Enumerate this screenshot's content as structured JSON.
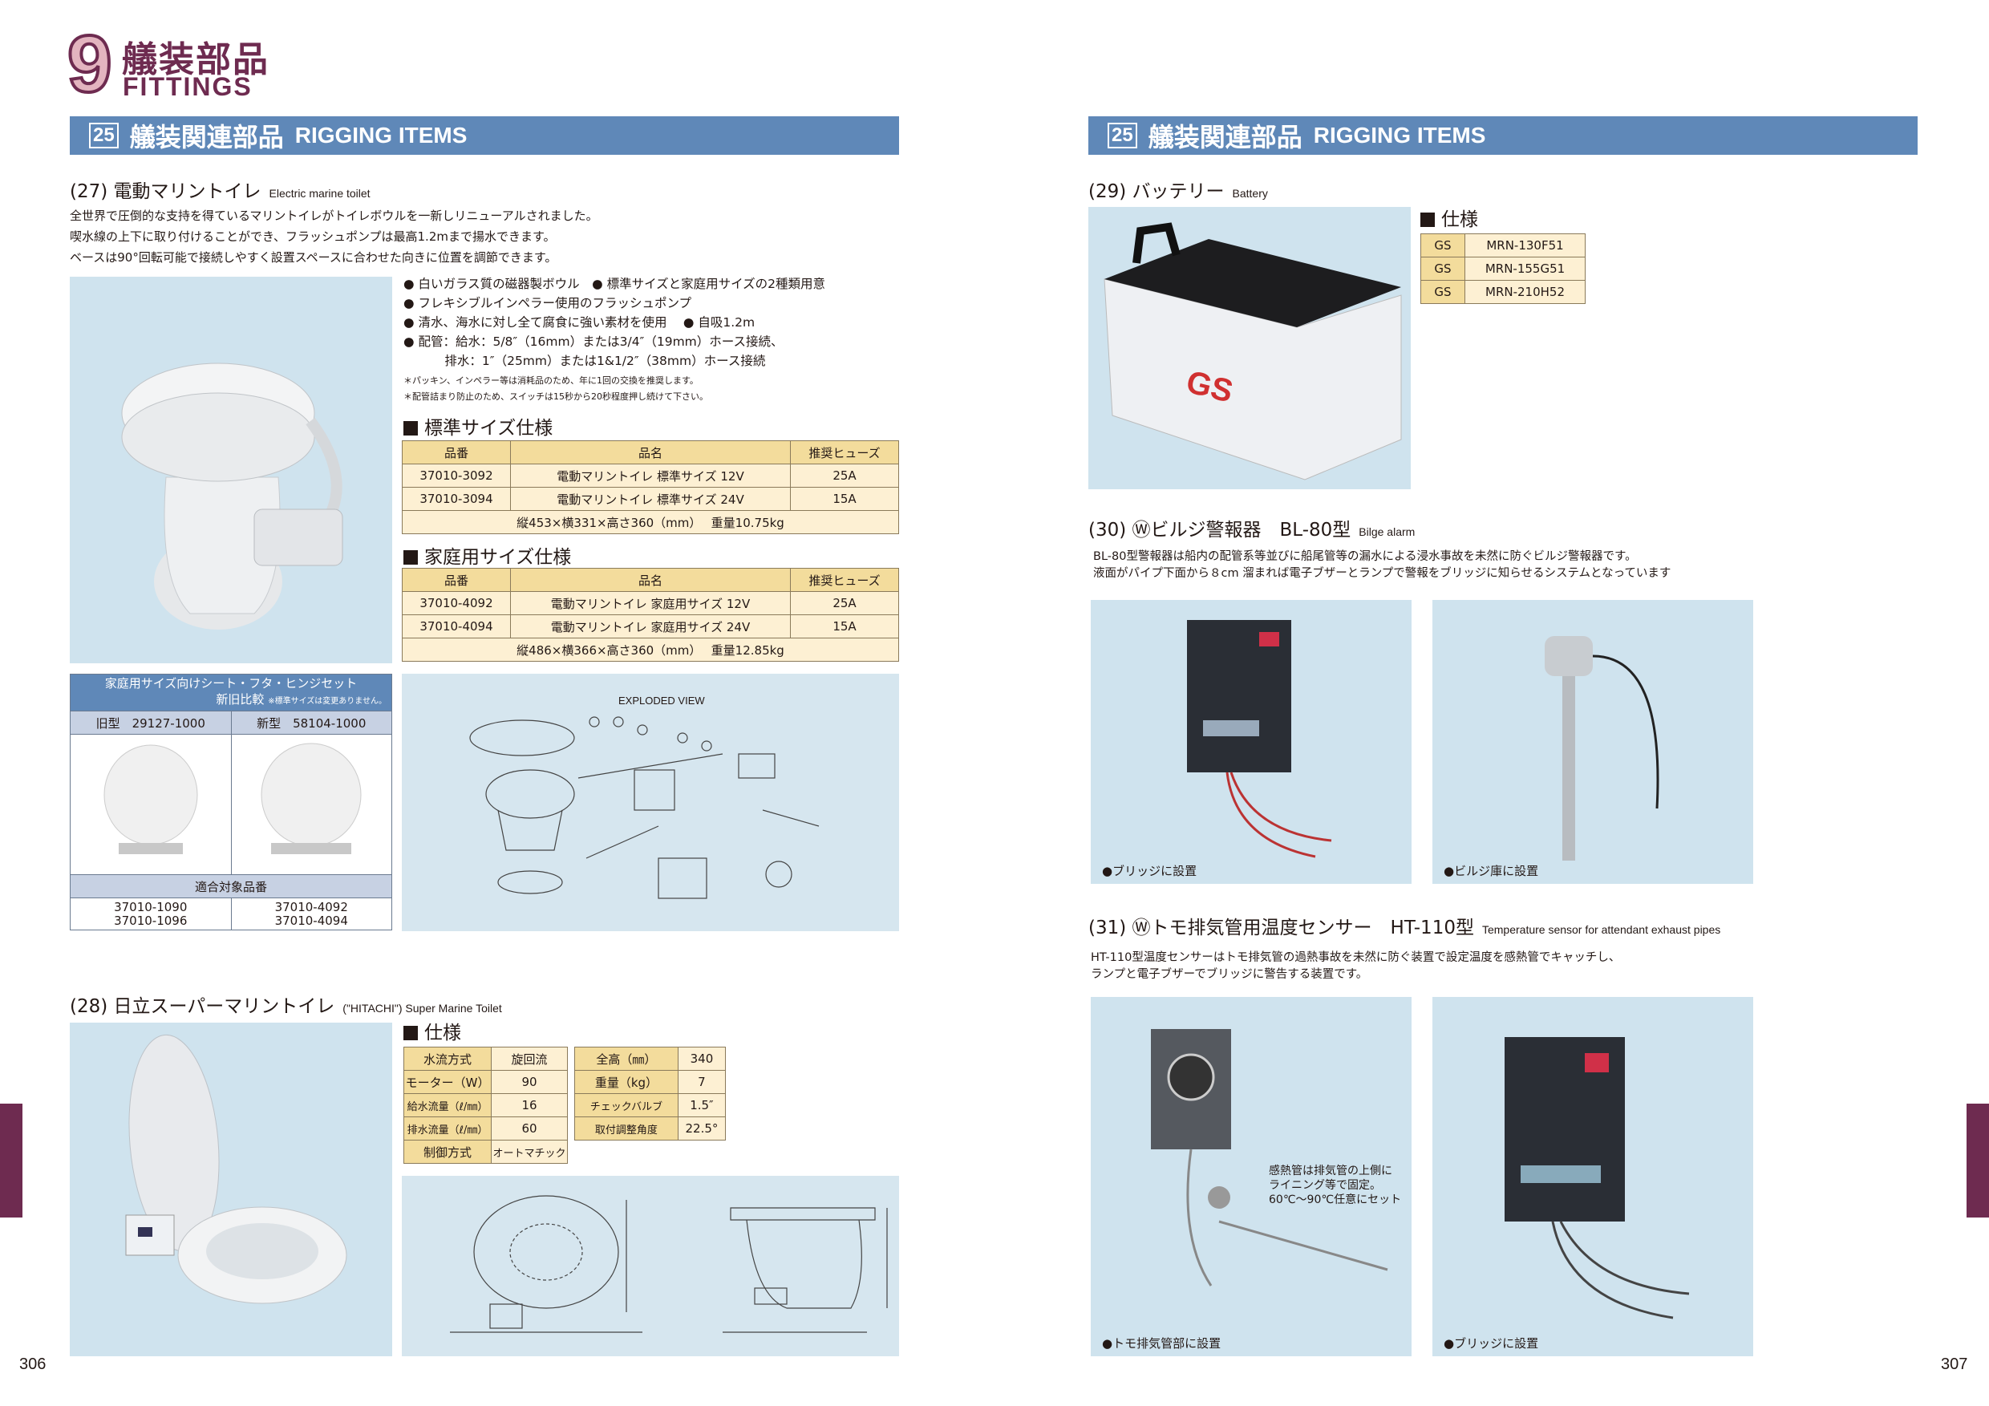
{
  "chapter": {
    "number": "9",
    "title_jp": "艤装部品",
    "title_en": "FITTINGS"
  },
  "section_bar": {
    "number": "25",
    "title_jp": "艤装関連部品",
    "title_en": "RIGGING ITEMS"
  },
  "item27": {
    "title": "(27) 電動マリントイレ",
    "title_en": "Electric marine toilet",
    "desc": [
      "全世界で圧倒的な支持を得ているマリントイレがトイレボウルを一新しリニューアルされました。",
      "喫水線の上下に取り付けることができ、フラッシュポンプは最高1.2mまで揚水できます。",
      "ベースは90°回転可能で接続しやすく設置スペースに合わせた向きに位置を調節できます。"
    ],
    "bullets": [
      "● 白いガラス質の磁器製ボウル　● 標準サイズと家庭用サイズの2種類用意",
      "● フレキシブルインペラー使用のフラッシュポンプ",
      "● 清水、海水に対し全て腐食に強い素材を使用　 ● 自吸1.2m",
      "● 配管：給水：5/8″（16mm）または3/4″（19mm）ホース接続、",
      "　　　 排水：1″（25mm）または1&1/2″（38mm）ホース接続"
    ],
    "notes": [
      "＊パッキン、インペラー等は消耗品のため、年に1回の交換を推奨します。",
      "＊配管詰まり防止のため、スイッチは15秒から20秒程度押し続けて下さい。"
    ],
    "standard": {
      "heading": "標準サイズ仕様",
      "headers": [
        "品番",
        "品名",
        "推奨ヒューズ"
      ],
      "rows": [
        [
          "37010-3092",
          "電動マリントイレ 標準サイズ 12V",
          "25A"
        ],
        [
          "37010-3094",
          "電動マリントイレ 標準サイズ 24V",
          "15A"
        ]
      ],
      "footer": "縦453×横331×高さ360（mm）　 重量10.75kg"
    },
    "household": {
      "heading": "家庭用サイズ仕様",
      "headers": [
        "品番",
        "品名",
        "推奨ヒューズ"
      ],
      "rows": [
        [
          "37010-4092",
          "電動マリントイレ 家庭用サイズ 12V",
          "25A"
        ],
        [
          "37010-4094",
          "電動マリントイレ 家庭用サイズ 24V",
          "15A"
        ]
      ],
      "footer": "縦486×横366×高さ360（mm）　 重量12.85kg"
    },
    "compare": {
      "title1": "家庭用サイズ向けシート・フタ・ヒンジセット",
      "title2": "新旧比較",
      "title_note": "※標準サイズは変更ありません。",
      "old": "旧型　29127-1000",
      "new": "新型　58104-1000",
      "fit_label": "適合対象品番",
      "old_fit": [
        "37010-1090",
        "37010-1096"
      ],
      "new_fit": [
        "37010-4092",
        "37010-4094"
      ]
    },
    "exploded_label": "EXPLODED VIEW"
  },
  "item28": {
    "title": "(28) 日立スーパーマリントイレ",
    "title_en": "(\"HITACHI\") Super Marine Toilet",
    "spec_heading": "仕様",
    "spec_left": [
      [
        "水流方式",
        "旋回流"
      ],
      [
        "モーター（W）",
        "90"
      ],
      [
        "給水流量（ℓ/㎜）",
        "16"
      ],
      [
        "排水流量（ℓ/㎜）",
        "60"
      ],
      [
        "制御方式",
        "オートマチック"
      ]
    ],
    "spec_right": [
      [
        "全高（㎜）",
        "340"
      ],
      [
        "重量（kg）",
        "7"
      ],
      [
        "チェックバルブ",
        "1.5″"
      ],
      [
        "取付調整角度",
        "22.5°"
      ]
    ]
  },
  "item29": {
    "title": "(29) バッテリー",
    "title_en": "Battery",
    "spec_heading": "仕様",
    "rows": [
      [
        "GS",
        "MRN-130F51"
      ],
      [
        "GS",
        "MRN-155G51"
      ],
      [
        "GS",
        "MRN-210H52"
      ]
    ]
  },
  "item30": {
    "title": "(30) Ⓦビルジ警報器　BL-80型",
    "title_en": "Bilge alarm",
    "desc": [
      "BL-80型警報器は船内の配管系等並びに船尾管等の漏水による浸水事故を未然に防ぐビルジ警報器です。",
      "液面がパイプ下面から８cm 溜まれば電子ブザーとランプで警報をブリッジに知らせるシステムとなっています"
    ],
    "captions": [
      "●ブリッジに設置",
      "●ビルジ庫に設置"
    ]
  },
  "item31": {
    "title": "(31) Ⓦトモ排気管用温度センサー　HT-110型",
    "title_en": "Temperature sensor for attendant exhaust pipes",
    "desc": [
      "HT-110型温度センサーはトモ排気管の過熱事故を未然に防ぐ装置で設定温度を感熱管でキャッチし、",
      "ランプと電子ブザーでブリッジに警告する装置です。"
    ],
    "callout": [
      "感熱管は排気管の上側に",
      "ライニング等で固定。",
      "60℃～90℃任意にセット"
    ],
    "captions": [
      "●トモ排気管部に設置",
      "●ブリッジに設置"
    ]
  },
  "pages": {
    "left": "306",
    "right": "307"
  },
  "colors": {
    "bar": "#5f88b8",
    "maroon": "#6e2b50",
    "table_head": "#f3dc9c",
    "photo_bg": "#cfe3ee"
  }
}
